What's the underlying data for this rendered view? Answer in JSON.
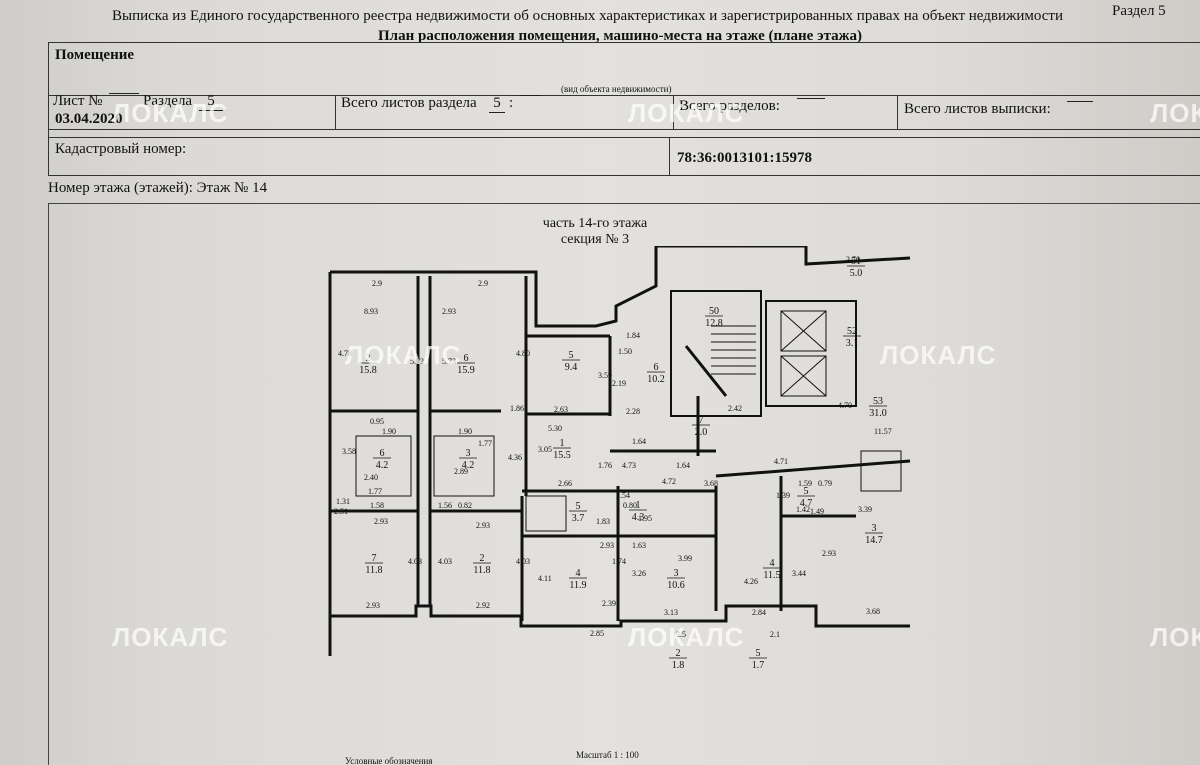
{
  "header": {
    "title": "Выписка из Единого государственного реестра недвижимости об основных характеристиках и зарегистрированных правах на объект недвижимости",
    "section": "Раздел 5",
    "subtitle": "План расположения помещения, машино-места на этаже (плане этажа)"
  },
  "table": {
    "object_type": "Помещение",
    "object_type_caption": "(вид объекта недвижимости)",
    "sheet_label": "Лист №",
    "section_label": "Раздела",
    "section_value": "5",
    "total_sheets_label": "Всего листов раздела",
    "total_sheets_value": "5",
    "total_sheets_suffix": ":",
    "total_sections_label": "Всего разделов:",
    "total_extract_sheets_label": "Всего листов выписки:",
    "date": "03.04.2020",
    "cadastral_label": "Кадастровый номер:",
    "cadastral_number": "78:36:0013101:15978"
  },
  "floor": {
    "label": "Номер этажа (этажей): Этаж № 14",
    "plan_title_1": "часть 14-го этажа",
    "plan_title_2": "секция № 3",
    "scale": "Масштаб  1 : 100",
    "legend": "Условные обозначения"
  },
  "watermark": "ЛОКАЛС",
  "plan": {
    "rooms": [
      {
        "no": "2",
        "area": "15.8"
      },
      {
        "no": "6",
        "area": "15.9"
      },
      {
        "no": "5",
        "area": "9.4"
      },
      {
        "no": "6",
        "area": "10.2"
      },
      {
        "no": "50",
        "area": "12.8"
      },
      {
        "no": "51",
        "area": "5.0"
      },
      {
        "no": "52",
        "area": "3.1"
      },
      {
        "no": "53",
        "area": "31.0"
      },
      {
        "no": "6",
        "area": "4.2"
      },
      {
        "no": "3",
        "area": "4.2"
      },
      {
        "no": "1",
        "area": "15.5"
      },
      {
        "no": "7",
        "area": "2.0"
      },
      {
        "no": "5",
        "area": "3.7"
      },
      {
        "no": "1",
        "area": "4.3"
      },
      {
        "no": "5",
        "area": "4.7"
      },
      {
        "no": "3",
        "area": "14.7"
      },
      {
        "no": "7",
        "area": "11.8"
      },
      {
        "no": "2",
        "area": "11.8"
      },
      {
        "no": "4",
        "area": "11.9"
      },
      {
        "no": "3",
        "area": "10.6"
      },
      {
        "no": "4",
        "area": "11.5"
      },
      {
        "no": "2",
        "area": "1.8"
      },
      {
        "no": "5",
        "area": "1.7"
      }
    ],
    "dims": [
      "2.9",
      "2.9",
      "8.93",
      "2.93",
      "3.70",
      "4.78",
      "5.73",
      "5.73",
      "4.80",
      "3.59",
      "1.50",
      "2.19",
      "1.84",
      "1.90",
      "1.90",
      "0.95",
      "1.77",
      "1.86",
      "2.63",
      "5.30",
      "2.28",
      "2.42",
      "4.70",
      "1.64",
      "1.59",
      "11.57",
      "3.58",
      "2.40",
      "1.77",
      "1.58",
      "2.89",
      "4.36",
      "3.05",
      "1.76",
      "4.73",
      "1.64",
      "4.72",
      "3.68",
      "4.71",
      "1.31",
      "2.51",
      "1.56",
      "0.82",
      "2.66",
      "2.54",
      "0.80",
      "1.95",
      "1.39",
      "1.42",
      "1.49",
      "0.79",
      "3.39",
      "2.93",
      "2.93",
      "2.93",
      "1.83",
      "1.63",
      "4.03",
      "4.03",
      "4.03",
      "4.11",
      "1.74",
      "3.26",
      "3.99",
      "4.26",
      "3.44",
      "2.93",
      "2.39",
      "2.93",
      "2.92",
      "2.85",
      "3.13",
      "2.84",
      "2.5",
      "2.1",
      "3.68"
    ]
  }
}
